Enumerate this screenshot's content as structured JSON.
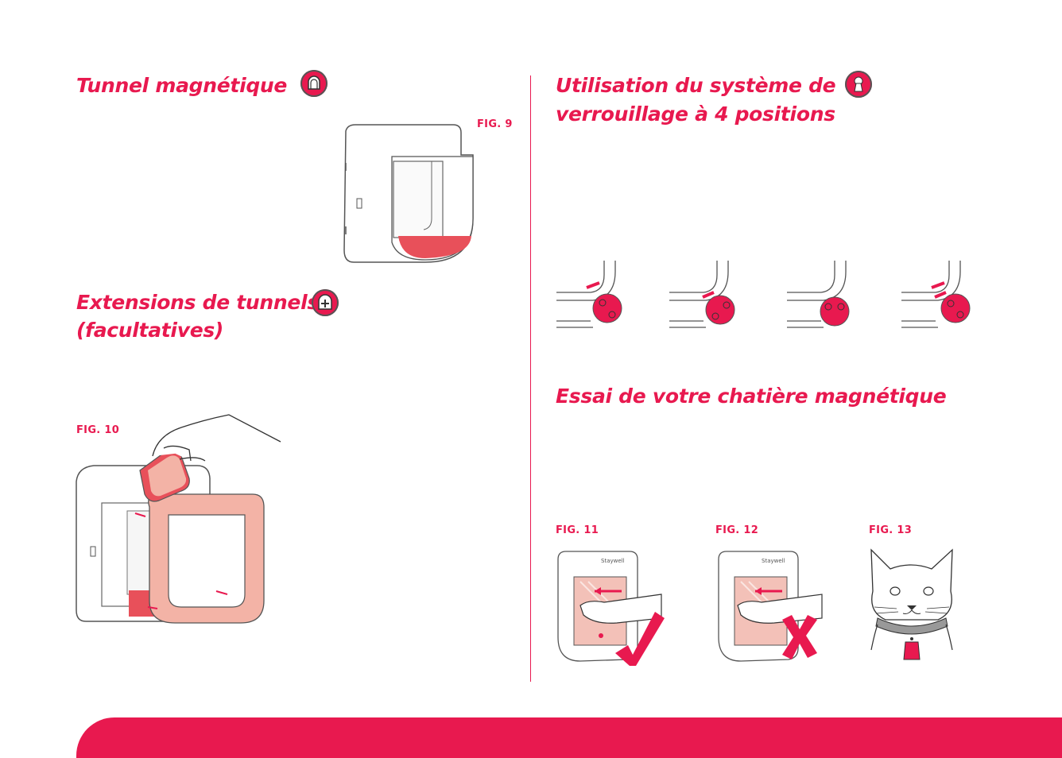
{
  "left": {
    "tunnel_title": "Tunnel magnétique",
    "extensions_title_line1": "Extensions de tunnels",
    "extensions_title_line2": "(facultatives)",
    "fig9_label": "FIG. 9",
    "fig10_label": "FIG. 10"
  },
  "right": {
    "lock_title_line1": "Utilisation du système de",
    "lock_title_line2": "verrouillage à 4 positions",
    "test_title": "Essai de votre chatière magnétique",
    "fig11_label": "FIG. 11",
    "fig12_label": "FIG. 12",
    "fig13_label": "FIG. 13",
    "brand_text": "Staywell"
  },
  "icons": {
    "tunnel_badge": "tunnel-badge-icon",
    "extension_badge": "tunnel-extension-plus-icon",
    "lock_badge": "keyhole-icon"
  },
  "colors": {
    "accent": "#e8194f",
    "line": "#555555",
    "tint": "#f3b3a6"
  }
}
